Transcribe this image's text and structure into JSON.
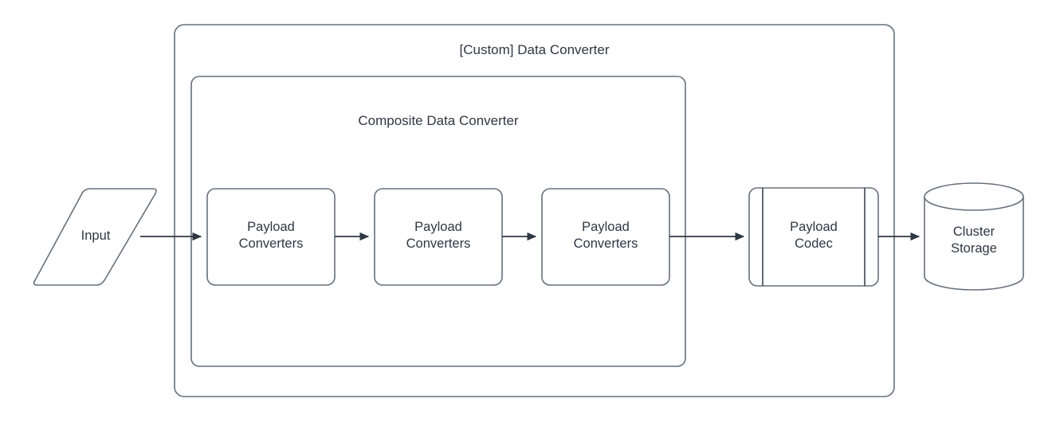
{
  "diagram": {
    "type": "flowchart",
    "background_color": "#ffffff",
    "stroke_color": "#66707b",
    "text_color": "#2e3742",
    "connector_color": "#2e3742",
    "containers": [
      {
        "id": "custom-data-converter",
        "label": "[Custom] Data Converter",
        "shape": "rounded-rectangle"
      },
      {
        "id": "composite-data-converter",
        "label": "Composite Data Converter",
        "shape": "rounded-rectangle"
      }
    ],
    "nodes": [
      {
        "id": "input",
        "label": "Input",
        "shape": "parallelogram"
      },
      {
        "id": "payload-converters-1",
        "label": "Payload\nConverters",
        "shape": "rounded-rectangle"
      },
      {
        "id": "payload-converters-2",
        "label": "Payload\nConverters",
        "shape": "rounded-rectangle"
      },
      {
        "id": "payload-converters-3",
        "label": "Payload\nConverters",
        "shape": "rounded-rectangle"
      },
      {
        "id": "payload-codec",
        "label": "Payload\nCodec",
        "shape": "subprocess"
      },
      {
        "id": "cluster-storage",
        "label": "Cluster\nStorage",
        "shape": "cylinder"
      }
    ],
    "edges": [
      {
        "from": "input",
        "to": "payload-converters-1",
        "arrow": "single"
      },
      {
        "from": "payload-converters-1",
        "to": "payload-converters-2",
        "arrow": "single"
      },
      {
        "from": "payload-converters-2",
        "to": "payload-converters-3",
        "arrow": "single"
      },
      {
        "from": "payload-converters-3",
        "to": "payload-codec",
        "arrow": "single"
      },
      {
        "from": "payload-codec",
        "to": "cluster-storage",
        "arrow": "single"
      }
    ]
  }
}
